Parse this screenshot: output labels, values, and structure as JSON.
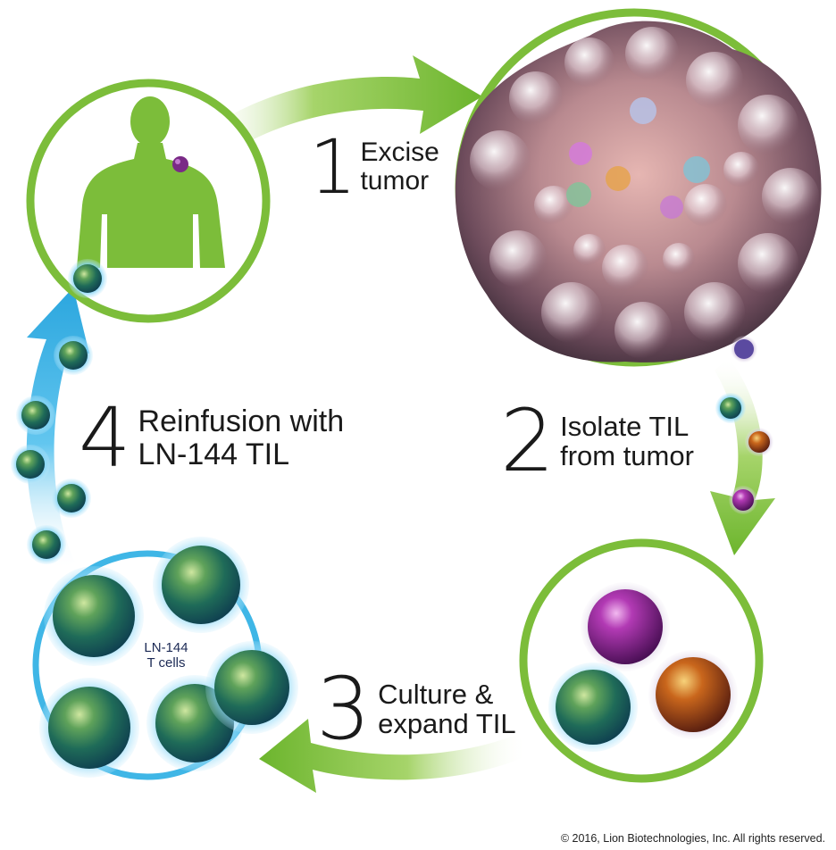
{
  "steps": [
    {
      "number": "1",
      "line1": "Excise",
      "line2": "tumor"
    },
    {
      "number": "2",
      "line1": "Isolate TIL",
      "line2": "from tumor"
    },
    {
      "number": "3",
      "line1": "Culture &",
      "line2": "expand TIL"
    },
    {
      "number": "4",
      "line1": "Reinfusion with",
      "line2": "LN-144 TIL"
    }
  ],
  "cells_label": {
    "line1": "LN-144",
    "line2": "T cells"
  },
  "copyright": "© 2016, Lion Biotechnologies, Inc. All rights reserved.",
  "colors": {
    "green_ring": "#7cbd3a",
    "blue_ring": "#3fb6e6",
    "tumor": "#6b4a56",
    "t_cell": "#2f7a55",
    "purple_cell": "#9a2aa0",
    "orange_cell": "#c9661c"
  },
  "icons": [
    "human-silhouette-icon",
    "tumor-icon",
    "til-cell-icon"
  ]
}
